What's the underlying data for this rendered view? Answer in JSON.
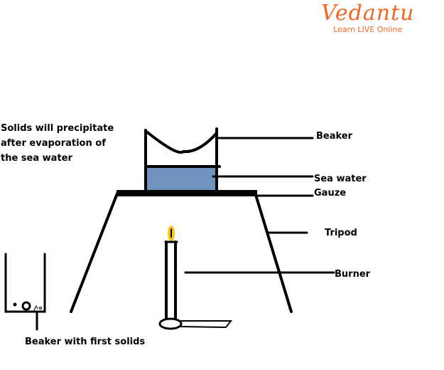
{
  "logo": {
    "name": "Vedantu",
    "tagline": "Learn LIVE Online",
    "color": "#f26522"
  },
  "note": [
    "Solids will precipitate",
    "after evaporation of",
    "the sea water"
  ],
  "labels": {
    "beaker": "Beaker",
    "sea_water": "Sea water",
    "gauze": "Gauze",
    "tripod": "Tripod",
    "burner": "Burner",
    "small_beaker": "Beaker with first solids"
  },
  "colors": {
    "water": "#6f92bf",
    "flame": "#f5c518"
  }
}
